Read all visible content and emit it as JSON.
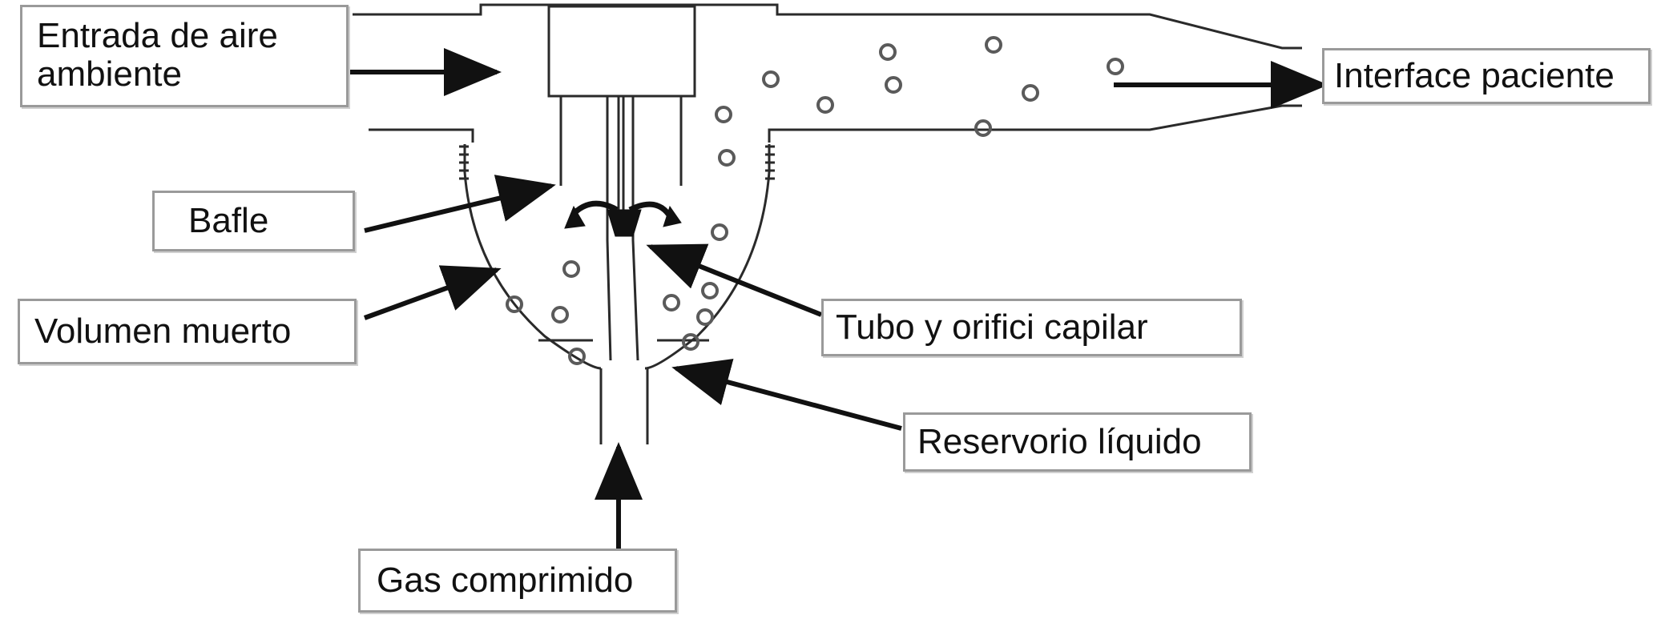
{
  "labels": {
    "entrada": "Entrada de aire ambiente",
    "bafle": "Bafle",
    "volumen": "Volumen muerto",
    "interface": "Interface paciente",
    "tubo": "Tubo y orifici capilar",
    "reservorio": "Reservorio líquido",
    "gas": "Gas comprimido"
  },
  "colors": {
    "line": "#2a2a2a",
    "arrow": "#111111",
    "bubble": "#5a5a5a",
    "label_border": "#9a9a9a"
  }
}
